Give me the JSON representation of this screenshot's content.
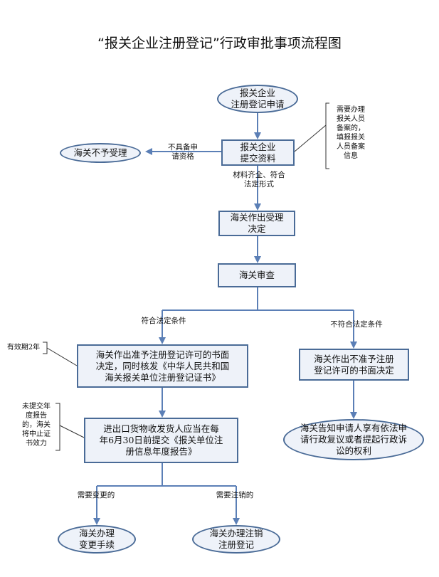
{
  "title": "“报关企业注册登记”行政审批事项流程图",
  "nodes": {
    "apply": "报关企业\n注册登记申请",
    "submit": "报关企业\n提交资料",
    "reject": "海关不予受理",
    "accept": "海关作出受理\n决定",
    "review": "海关审查",
    "approve": "海关作出准予注册登记许可的书面\n决定，同时核发《中华人民共和国\n海关报关单位注册登记证书》",
    "deny": "海关作出不准予注册\n登记许可的书面决定",
    "annual": "进出口货物收发货人应当在每\n年6月30日前提交《报关单位注\n册信息年度报告》",
    "rights": "海关告知申请人享有依法申\n请行政复议或者提起行政诉\n讼的权利",
    "change": "海关办理\n变更手续",
    "cancel": "海关办理注销\n注册登记"
  },
  "labels": {
    "not_qualified": "不具备申\n请资格",
    "materials_ok": "材料齐全、符合\n法定形式",
    "meets": "符合法定条件",
    "not_meets": "不符合法定条件",
    "need_change": "需要变更的",
    "need_cancel": "需要注销的"
  },
  "notes": {
    "filing": "需要办理\n报关人员\n备案的，\n填报报关\n人员备案\n信息",
    "validity": "有效期2年",
    "no_report": "未提交年\n度报告\n的，海关\n将中止证\n书效力"
  },
  "colors": {
    "line": "#5b7fb6",
    "border": "#4a6b97",
    "fill": "#eef2f9"
  }
}
